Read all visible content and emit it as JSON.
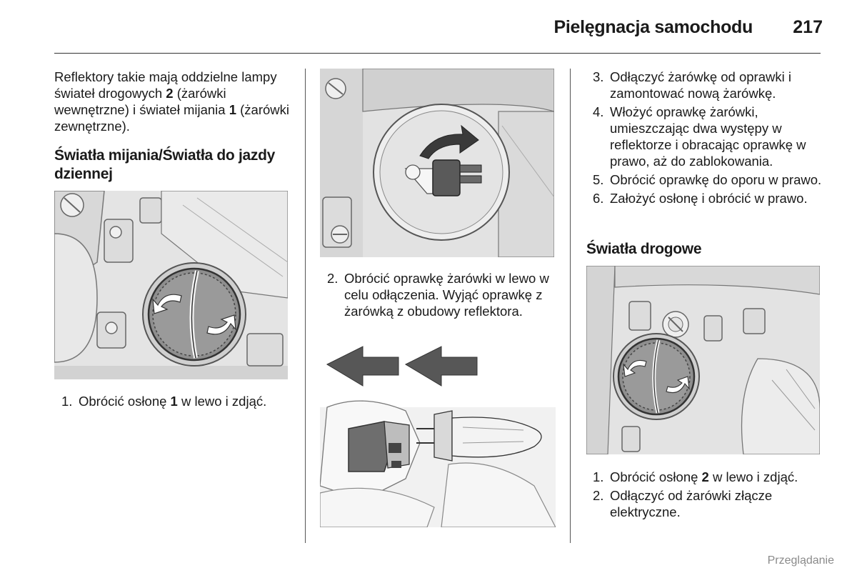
{
  "header": {
    "title": "Pielęgnacja samochodu",
    "page_number": "217"
  },
  "col1": {
    "intro_a": "Reflektory takie mają oddzielne lampy świateł drogowych ",
    "intro_b": "2",
    "intro_c": " (żarówki wewnętrzne) i świateł mijania ",
    "intro_d": "1",
    "intro_e": " (żarówki zewnętrzne).",
    "heading": "Światła mijania/Światła do jazdy dziennej",
    "step1_num": "1.",
    "step1_a": "Obrócić osłonę ",
    "step1_b": "1",
    "step1_c": " w lewo i zdjąć."
  },
  "col2": {
    "step2_num": "2.",
    "step2_text": "Obrócić oprawkę żarówki w lewo w celu odłączenia. Wyjąć oprawkę z żarówką z obudowy reflektora."
  },
  "col3": {
    "steps_top": [
      {
        "num": "3.",
        "text": "Odłączyć żarówkę od oprawki i zamontować nową żarówkę."
      },
      {
        "num": "4.",
        "text": "Włożyć oprawkę żarówki, umieszczając dwa występy w reflektorze i obracając oprawkę w prawo, aż do zablokowania."
      },
      {
        "num": "5.",
        "text": "Obrócić oprawkę do oporu w prawo."
      },
      {
        "num": "6.",
        "text": "Założyć osłonę i obrócić w prawo."
      }
    ],
    "heading": "Światła drogowe",
    "step1_num": "1.",
    "step1_a": "Obrócić osłonę ",
    "step1_b": "2",
    "step1_c": " w lewo i zdjąć.",
    "step2_num": "2.",
    "step2_text": "Odłączyć od żarówki złącze elektryczne."
  },
  "footer": {
    "link": "Przeglądanie"
  }
}
